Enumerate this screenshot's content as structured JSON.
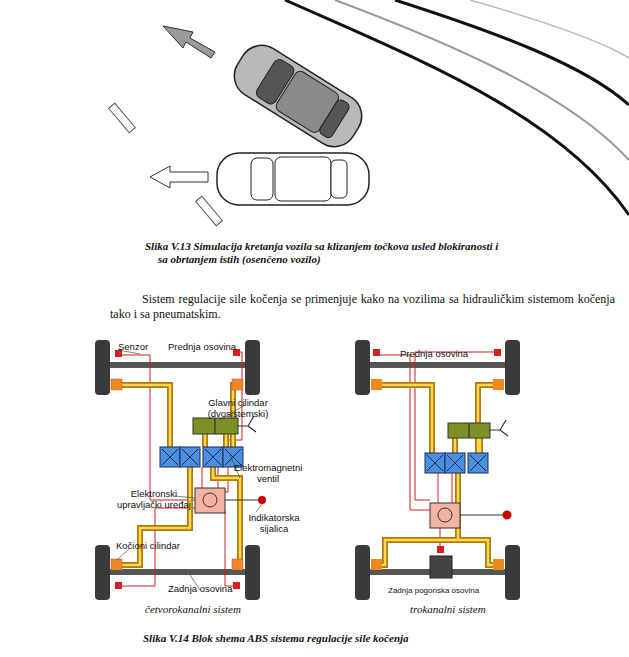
{
  "diagram": {
    "caption": "Slika V.14  Blok shema ABS sistema regulacije sile kočenja",
    "labels": [
      "Slika V.13  Simulacija kretanja vozila sa klizanjem točkova usled blokiranosti  i sa obrtanjem istih (osenčeno vozilo)",
      "Sistem regulacije sile kočenja se primenjuje kako na vozilima sa hidrauličkim sistemom kočenja tako i sa pneumatskim.",
      "Senzor",
      "Prednja osovina",
      "Glavni cilindar (dvosistemski)",
      "Elektromagnetni ventil",
      "Elektronski upravljački uređaj",
      "Indikatorska sijalica",
      "Kočioni cilindar",
      "Zadnja osovina",
      "četvorokanalni sistem",
      "Prednja osovina",
      "Zadnja pogonska osovina",
      "trokanalni sistem"
    ]
  }
}
